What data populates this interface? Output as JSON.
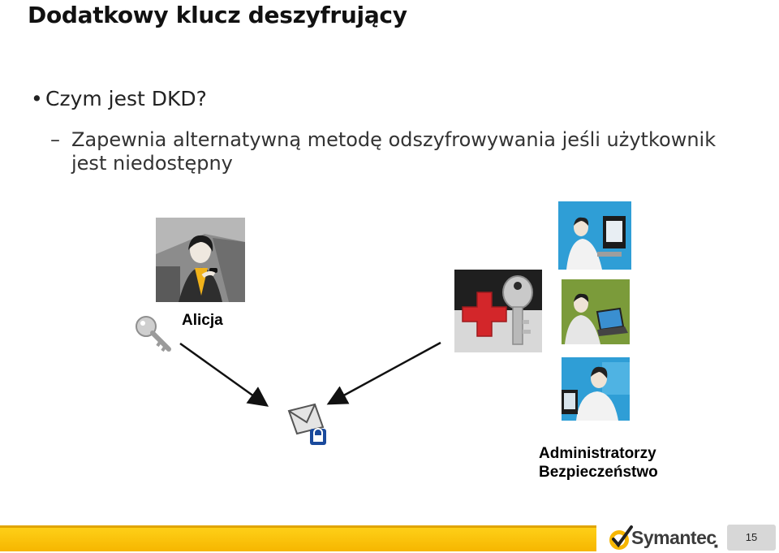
{
  "slide": {
    "title": "Dodatkowy klucz deszyfrujący",
    "bullet": "Czym jest DKD?",
    "sub_bullet": "Zapewnia alternatywną metodę odszyfrowywania jeśli użytkownik jest niedostępny"
  },
  "diagram": {
    "user_label": "Alicja",
    "admin_label_line1": "Administratorzy",
    "admin_label_line2": "Bezpieczeństwo"
  },
  "footer": {
    "brand": "Symantec",
    "page_number": "15"
  },
  "icons": [
    "key-icon",
    "envelope-icon",
    "lock-icon",
    "checkmark-icon"
  ],
  "colors": {
    "footer_bar": "#f6b600",
    "recovery_cross": "#d3262a",
    "lock_badge": "#1a4a9c",
    "admin_photo_blue": "#2f9ed6",
    "admin_photo_green": "#7b9b3a"
  }
}
